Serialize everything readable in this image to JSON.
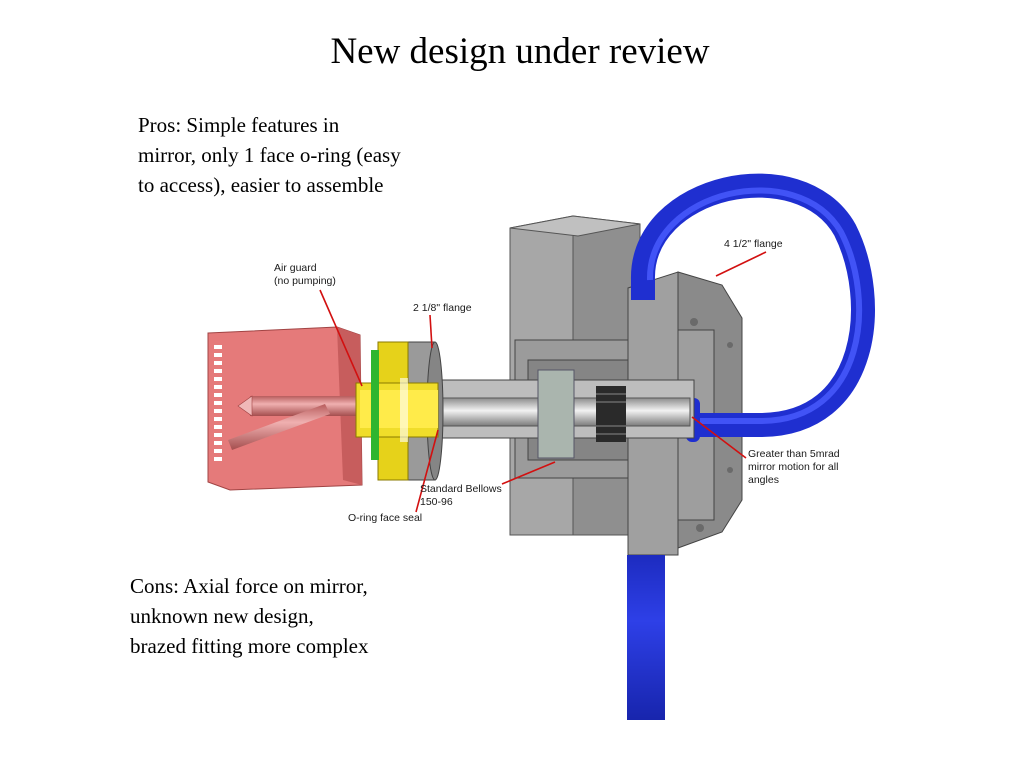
{
  "slide": {
    "title": "New design under review",
    "pros": "Pros: Simple features in\nmirror, only 1 face o-ring (easy\nto access), easier to assemble",
    "cons": "Cons: Axial force on mirror,\nunknown new design,\nbrazed fitting more complex"
  },
  "diagram": {
    "callouts": {
      "air_guard": [
        "Air guard",
        "(no pumping)"
      ],
      "flange_small": "2 1/8\" flange",
      "flange_large": "4 1/2\" flange",
      "bellows": [
        "Standard Bellows",
        "150-96"
      ],
      "oring": "O-ring face seal",
      "motion": [
        "Greater than 5mrad",
        "mirror motion for all",
        "angles"
      ]
    },
    "colors": {
      "mirror_block": "#e57a7a",
      "air_guard": "#e6d21a",
      "flange_gray": "#9a9a9a",
      "tube_blue": "#1f2fd0",
      "leader_line": "#d21010"
    }
  }
}
